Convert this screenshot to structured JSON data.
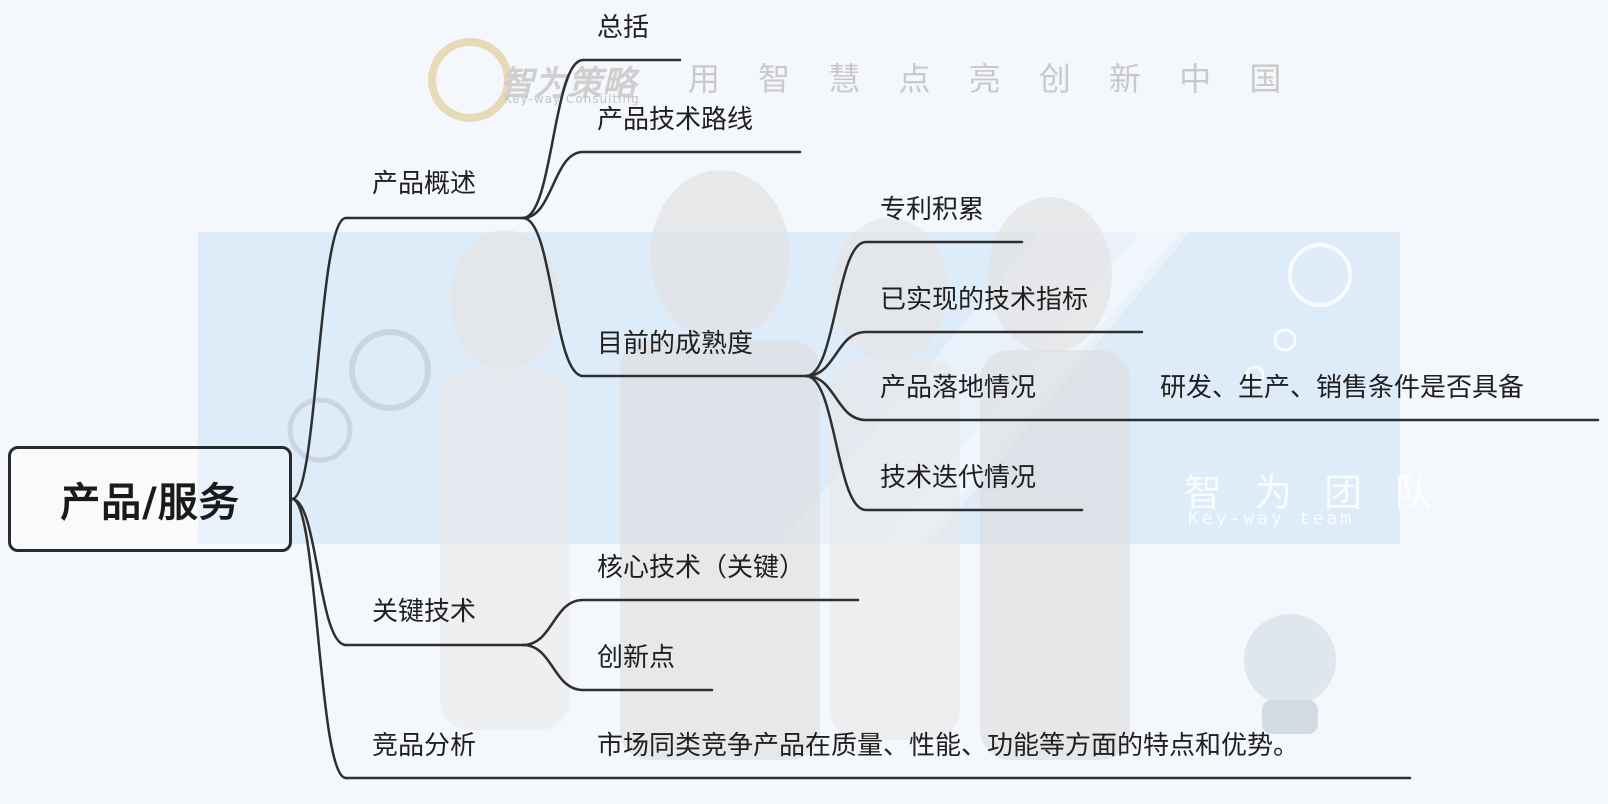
{
  "watermark": {
    "brand": "智为策略",
    "brand_sub": "Key-way Consulting",
    "slogan": "用 智 慧 点 亮 创 新 中 国",
    "team_title": "智 为 团 队",
    "team_sub": "Key-way team"
  },
  "mindmap": {
    "root": "产品/服务",
    "branches": [
      {
        "label": "产品概述",
        "children": [
          {
            "label": "总括"
          },
          {
            "label": "产品技术路线"
          },
          {
            "label": "目前的成熟度",
            "children": [
              {
                "label": "专利积累"
              },
              {
                "label": "已实现的技术指标"
              },
              {
                "label": "产品落地情况",
                "note": "研发、生产、销售条件是否具备"
              },
              {
                "label": "技术迭代情况"
              }
            ]
          }
        ]
      },
      {
        "label": "关键技术",
        "children": [
          {
            "label": "核心技术（关键）"
          },
          {
            "label": "创新点"
          }
        ]
      },
      {
        "label": "竞品分析",
        "note": "市场同类竞争产品在质量、性能、功能等方面的特点和优势。"
      }
    ]
  },
  "colors": {
    "line": "#2f2f2f",
    "panel": "#d6e9f7",
    "background": "#f4f7fb"
  }
}
